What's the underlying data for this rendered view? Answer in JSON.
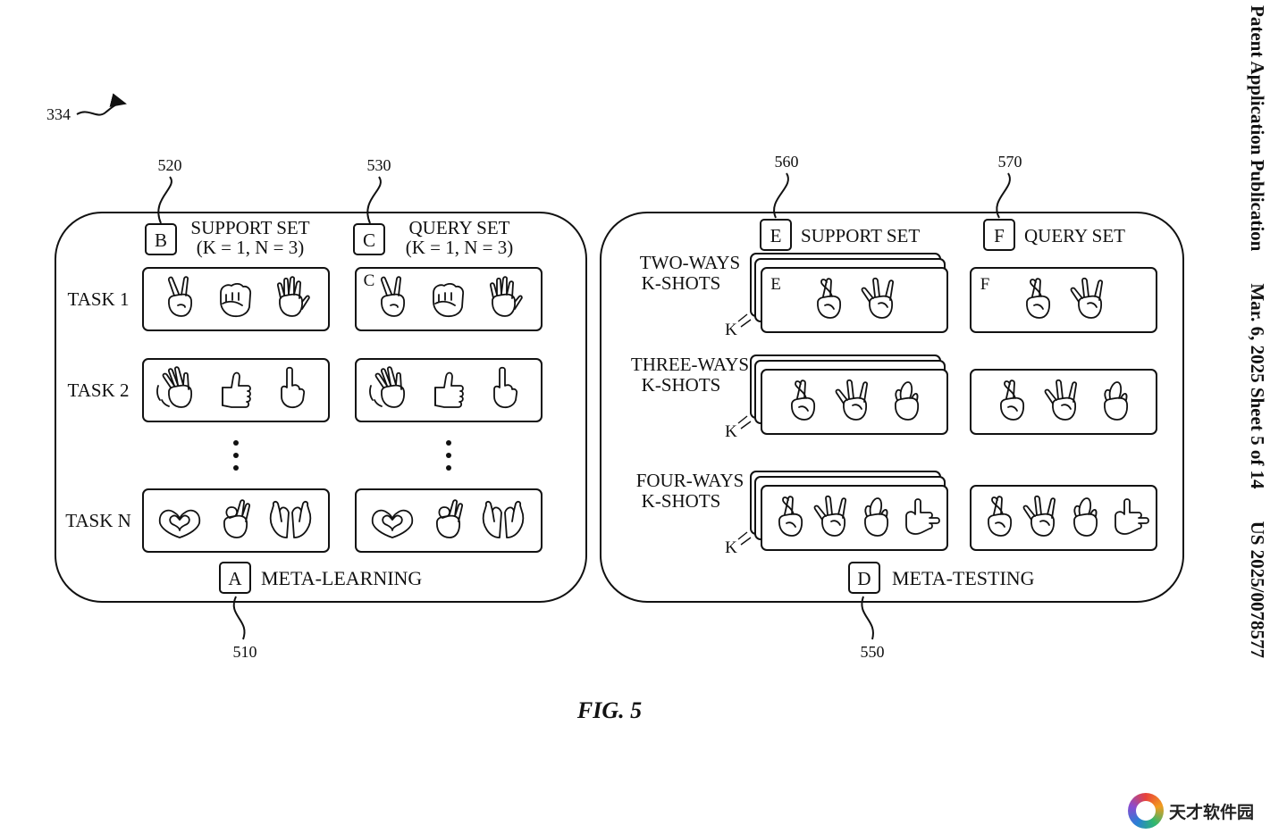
{
  "figure_ref": "334",
  "figure_caption": "FIG. 5",
  "header": {
    "publication": "Patent Application Publication",
    "date_sheet": "Mar. 6, 2025  Sheet 5 of 14",
    "number": "US 2025/0078577"
  },
  "meta_learning": {
    "ref": "510",
    "letter": "A",
    "label": "META-LEARNING",
    "support": {
      "ref": "520",
      "letter": "B",
      "title": "SUPPORT SET",
      "subtitle": "(K = 1, N = 3)"
    },
    "query": {
      "ref": "530",
      "letter": "C",
      "title": "QUERY SET",
      "subtitle": "(K = 1, N = 3)",
      "inner_letter": "C"
    },
    "tasks": [
      {
        "label": "TASK 1",
        "support_icons": [
          "victory-hand",
          "raised-fist",
          "raised-hand"
        ],
        "query_icons": [
          "victory-hand",
          "raised-fist",
          "raised-hand"
        ]
      },
      {
        "label": "TASK 2",
        "support_icons": [
          "waving-hand",
          "thumbs-up",
          "pointing-up"
        ],
        "query_icons": [
          "waving-hand",
          "thumbs-up",
          "pointing-up"
        ]
      },
      {
        "label": "TASK N",
        "support_icons": [
          "heart-hands",
          "ok-hand",
          "palms-up"
        ],
        "query_icons": [
          "heart-hands",
          "ok-hand",
          "palms-up"
        ]
      }
    ]
  },
  "meta_testing": {
    "ref": "550",
    "letter": "D",
    "label": "META-TESTING",
    "support": {
      "ref": "560",
      "letter": "E",
      "title": "SUPPORT SET",
      "inner_letter": "E"
    },
    "query": {
      "ref": "570",
      "letter": "F",
      "title": "QUERY SET",
      "inner_letter": "F"
    },
    "k_label": "K",
    "rows": [
      {
        "line1": "TWO-WAYS",
        "line2": "K-SHOTS",
        "icons": [
          "crossed-fingers",
          "love-you-gesture"
        ]
      },
      {
        "line1": "THREE-WAYS",
        "line2": "K-SHOTS",
        "icons": [
          "crossed-fingers",
          "love-you-gesture",
          "pinched-hand"
        ]
      },
      {
        "line1": "FOUR-WAYS",
        "line2": "K-SHOTS",
        "icons": [
          "crossed-fingers",
          "love-you-gesture",
          "pinched-hand",
          "call-me-hand"
        ]
      }
    ]
  },
  "watermark": "天才软件园"
}
